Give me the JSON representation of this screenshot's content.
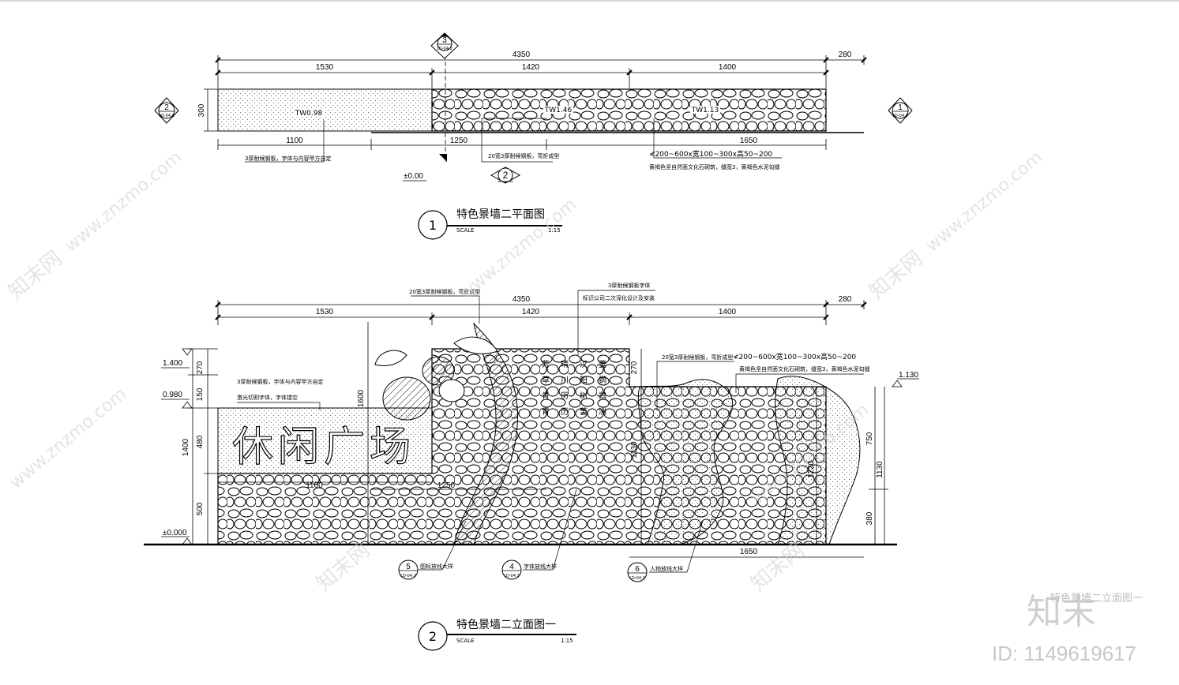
{
  "plan": {
    "title": "特色景墙二平面图",
    "scale_label": "SCALE",
    "scale_value": "1:15",
    "number": "1",
    "dims_top": [
      "4350",
      "280",
      "1530",
      "1420",
      "1400"
    ],
    "dims_bottom": [
      "1100",
      "1250",
      "1650"
    ],
    "height_dim": "300",
    "tw_labels": [
      "TW0.98",
      "TW1.46",
      "TW1.13"
    ],
    "notes": {
      "left": "3厚耐候钢板，字体与内容甲方自定",
      "mid": "20宽3厚耐候钢板，弯折成型",
      "right1": "≮200~600x宽100~300x高50~200",
      "right2": "黄褐色坚自然面文化石砌筑，缝宽3，黄褐色水泥勾缝"
    },
    "zero": "±0.00",
    "callouts": {
      "top": {
        "num": "3",
        "ref": "LD-04.2"
      },
      "left": {
        "num": "2",
        "ref": "LD-04.2"
      },
      "right": {
        "num": "1",
        "ref": "LD-04.2"
      },
      "bottom": {
        "num": "2"
      }
    }
  },
  "elevation": {
    "title": "特色景墙二立面图一",
    "scale_label": "SCALE",
    "scale_value": "1:15",
    "number": "2",
    "dims_top": [
      "4350",
      "280",
      "1530",
      "1420",
      "1400"
    ],
    "dims_inner": [
      "1100",
      "1250",
      "1650"
    ],
    "left_dims": [
      "270",
      "150",
      "480",
      "500",
      "1400",
      "1600"
    ],
    "mid_dims": [
      "270",
      "1130"
    ],
    "right_dims": [
      "750",
      "1130",
      "380",
      "1220"
    ],
    "levels": [
      "1.400",
      "0.980",
      "±0.000",
      "1.130"
    ],
    "sign_text": "休闲广场",
    "poem": [
      "芳",
      "草",
      "青",
      "青",
      "晴",
      "川",
      "历",
      "历",
      "汉",
      "阳",
      "树",
      "萋",
      "萋",
      "鹦",
      "鹉",
      "洲"
    ],
    "notes": {
      "top_left": "20宽3厚耐候钢板，弯折成型",
      "top_mid1": "3厚耐候钢板字体",
      "top_mid2": "标识公司二次深化设计及安装",
      "left1": "3厚耐候钢板，字体与内容甲方自定",
      "left2": "激光切割字体，字体镂空",
      "right_mid": "20宽3厚耐候钢板，弯折成型",
      "right1": "≮200~600x宽100~300x高50~200",
      "right2": "黄褐色坚自然面文化石砌筑，缝宽3，黄褐色水泥勾缝"
    },
    "callouts": [
      {
        "num": "5",
        "ref": "LD-04.2",
        "label": "图标放线大样"
      },
      {
        "num": "4",
        "ref": "LD-04.2",
        "label": "字体放线大样"
      },
      {
        "num": "6",
        "ref": "LD-04.2",
        "label": "人物放线大样"
      }
    ]
  },
  "watermark": {
    "site": "www.znzmo.com",
    "brand": "知末网",
    "corner_logo": "知末",
    "id": "ID: 1149619617",
    "ghost_caption": "特色景墙二立面图一"
  },
  "colors": {
    "line": "#000000",
    "watermark": "#cfcfcf"
  }
}
